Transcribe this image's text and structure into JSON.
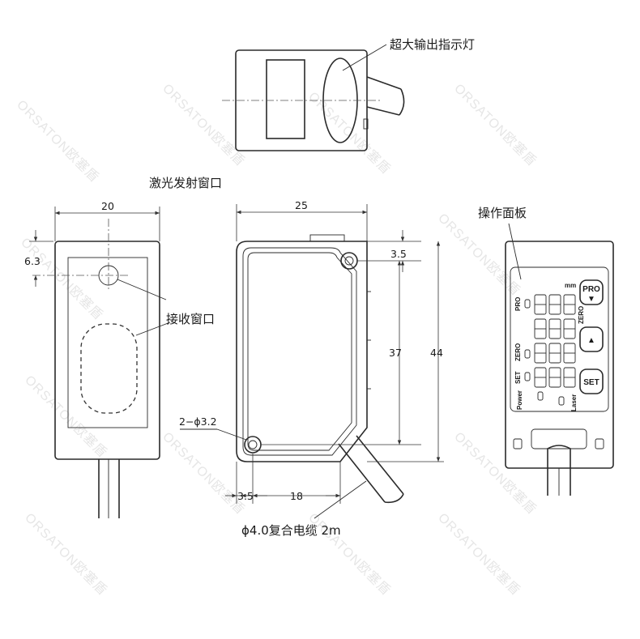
{
  "labels": {
    "output_indicator": "超大输出指示灯",
    "laser_window": "激光发射窗口",
    "receive_window": "接收窗口",
    "operation_panel": "操作面板",
    "cable": "ϕ4.0复合电缆 2m"
  },
  "dimensions": {
    "front_width": "20",
    "front_offset": "6.3",
    "side_width": "25",
    "hole_offset_top": "3.5",
    "hole_spacing_v": "37",
    "height": "44",
    "hole_spec": "2−ϕ3.2",
    "hole_offset_left": "3.5",
    "hole_spacing_h": "18"
  },
  "panel": {
    "unit": "mm",
    "pro_label": "PRO",
    "zero_label": "ZERO",
    "set_label": "SET",
    "power_label": "Power",
    "laser_label": "Laser",
    "pro_button": "PRO",
    "up_button": "▲",
    "set_button": "SET"
  },
  "watermark": "ORSATON欧塞盾"
}
